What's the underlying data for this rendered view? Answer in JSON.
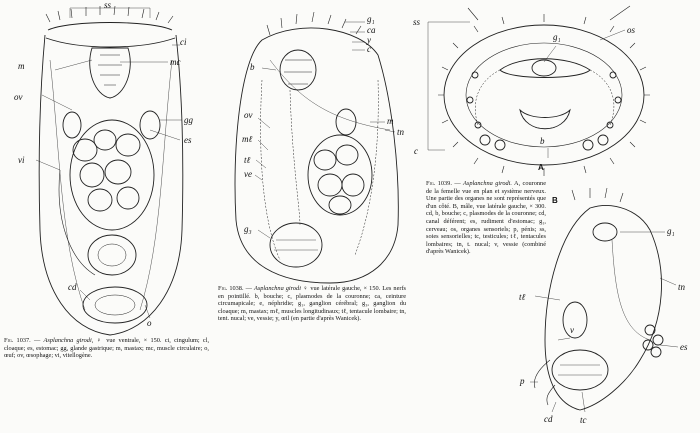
{
  "fig1037": {
    "labels": {
      "ss": "ss",
      "ci": "ci",
      "m": "m",
      "mc": "mc",
      "ov": "ov",
      "gg": "gg",
      "es": "es",
      "vi": "vi",
      "cd": "cd",
      "o": "o"
    },
    "caption_num": "Fig. 1037.",
    "caption_species": "Asplanchna girodi,",
    "caption_text": "♀ vue ventrale, × 150. ci, cingulum; cl, cloaque; es, estomac; gg, glande gastrique; m, mastax; mc, muscle circulaire; o, œuf; ov, œsophage; vi, vitellogène."
  },
  "fig1038": {
    "labels": {
      "g1": "g₁",
      "ca": "ca",
      "y": "y",
      "c": "c",
      "b": "b",
      "ov": "ov",
      "m": "m",
      "tn": "tn",
      "mt": "mℓ",
      "tl": "tℓ",
      "ve": "ve",
      "g3": "g₃"
    },
    "caption_num": "Fig. 1038.",
    "caption_species": "Asplanchna girodi",
    "caption_text": "♀ vue latérale gauche, × 150. Les nerfs en pointillé. b, bouche; c, plasmodes de la couronne; ca, ceinture circumapicale; e, néphridie; g₁, ganglion cérébral; g₃, ganglion du cloaque; m, mastax; mℓ, muscles longitudinaux; tℓ, tentacule lombaire; tn, tent. nucal; ve, vessie; y, œil (en partie d'après Wanicek)."
  },
  "fig1039": {
    "letter_a": "A",
    "letter_b": "B",
    "labels_a": {
      "ss": "ss",
      "g1": "g₁",
      "os": "os",
      "b": "b",
      "c": "c"
    },
    "labels_b": {
      "g1": "g₁",
      "tn": "tn",
      "tl": "tℓ",
      "v": "v",
      "es": "es",
      "p": "p",
      "cd": "cd",
      "tc": "tc"
    },
    "caption_num": "Fig. 1039.",
    "caption_species": "Asplanchna girodi.",
    "caption_text": "A, couronne de la femelle vue en plan et système nerveux. Une partie des organes ne sont représentés que d'un côté. B, mâle, vue latérale gauche, × 300. cd, b, bouche; c, plasmodes de la couronne; cd, canal déférent; es, rudiment d'estomac; g₁, cerveau; os, organes sensoriels; p, pénis; ss, soies sensorielles; tc, testicules; tℓ, tentacules lombaires; tn, t. nucal; v, vessie (combiné d'après Wanicek)."
  }
}
